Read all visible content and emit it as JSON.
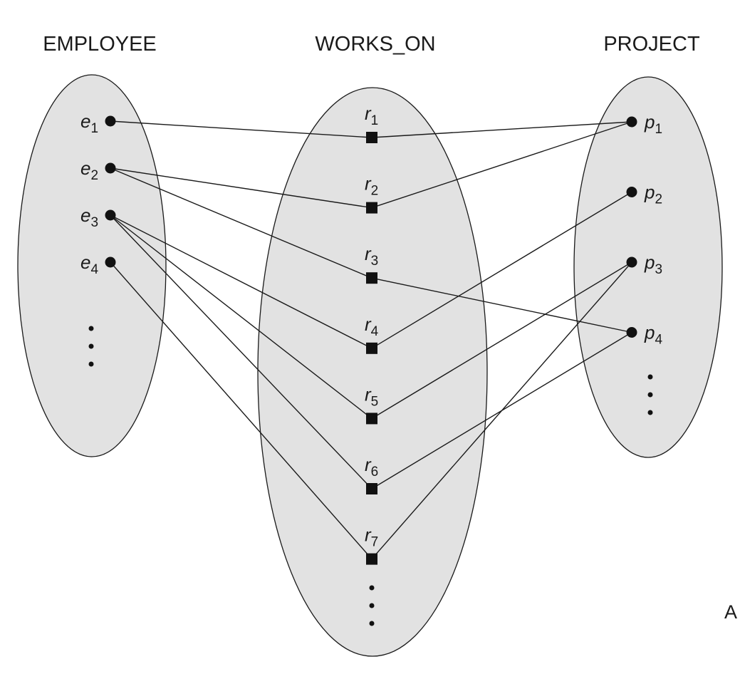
{
  "diagram": {
    "sets": {
      "employee": {
        "title": "EMPLOYEE",
        "nodes": [
          {
            "id": "e1",
            "base": "e",
            "sub": "1"
          },
          {
            "id": "e2",
            "base": "e",
            "sub": "2"
          },
          {
            "id": "e3",
            "base": "e",
            "sub": "3"
          },
          {
            "id": "e4",
            "base": "e",
            "sub": "4"
          }
        ]
      },
      "works_on": {
        "title": "WORKS_ON",
        "nodes": [
          {
            "id": "r1",
            "base": "r",
            "sub": "1"
          },
          {
            "id": "r2",
            "base": "r",
            "sub": "2"
          },
          {
            "id": "r3",
            "base": "r",
            "sub": "3"
          },
          {
            "id": "r4",
            "base": "r",
            "sub": "4"
          },
          {
            "id": "r5",
            "base": "r",
            "sub": "5"
          },
          {
            "id": "r6",
            "base": "r",
            "sub": "6"
          },
          {
            "id": "r7",
            "base": "r",
            "sub": "7"
          }
        ]
      },
      "project": {
        "title": "PROJECT",
        "nodes": [
          {
            "id": "p1",
            "base": "p",
            "sub": "1"
          },
          {
            "id": "p2",
            "base": "p",
            "sub": "2"
          },
          {
            "id": "p3",
            "base": "p",
            "sub": "3"
          },
          {
            "id": "p4",
            "base": "p",
            "sub": "4"
          }
        ]
      }
    },
    "relationships": [
      {
        "rel": "r1",
        "employee": "e1",
        "project": "p1"
      },
      {
        "rel": "r2",
        "employee": "e2",
        "project": "p1"
      },
      {
        "rel": "r3",
        "employee": "e2",
        "project": "p4"
      },
      {
        "rel": "r4",
        "employee": "e3",
        "project": "p2"
      },
      {
        "rel": "r5",
        "employee": "e3",
        "project": "p3"
      },
      {
        "rel": "r6",
        "employee": "e3",
        "project": "p4"
      },
      {
        "rel": "r7",
        "employee": "e4",
        "project": "p3"
      }
    ],
    "corner_label": "A"
  }
}
